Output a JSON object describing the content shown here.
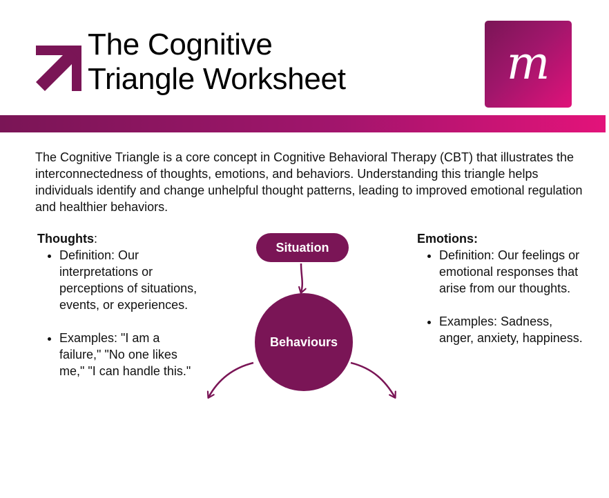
{
  "header": {
    "title_line1": "The Cognitive",
    "title_line2": "Triangle Worksheet",
    "logo_letter": "m",
    "accent_color": "#7a1556",
    "gradient_end_color": "#e3137a"
  },
  "intro": "The Cognitive Triangle is a core concept in Cognitive Behavioral Therapy (CBT) that illustrates the interconnectedness of thoughts, emotions, and behaviors. Understanding this triangle helps individuals identify and change unhelpful thought patterns, leading to improved emotional regulation and healthier behaviors.",
  "thoughts": {
    "heading": "Thoughts",
    "heading_suffix": ":",
    "items": [
      "Definition: Our interpretations or perceptions of situations, events, or experiences.",
      "Examples: \"I am a failure,\" \"No one likes me,\" \"I can handle this.\""
    ]
  },
  "emotions": {
    "heading": "Emotions:",
    "items": [
      "Definition: Our feelings or emotional responses that arise from our thoughts.",
      "Examples: Sadness, anger, anxiety, happiness."
    ]
  },
  "diagram": {
    "situation_label": "Situation",
    "center_label": "Behaviours"
  }
}
